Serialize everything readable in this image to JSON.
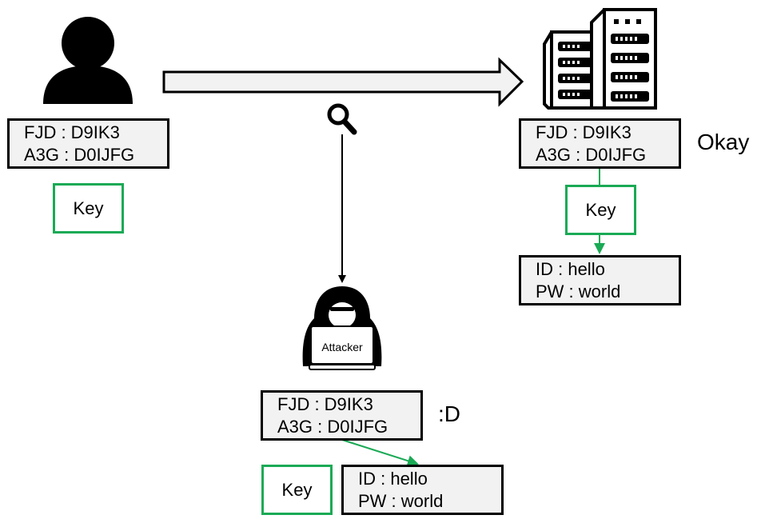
{
  "user_credentials": {
    "line1": "FJD : D9IK3",
    "line2": "A3G : D0IJFG"
  },
  "user_key": "Key",
  "server_credentials": {
    "line1": "FJD : D9IK3",
    "line2": "A3G : D0IJFG"
  },
  "server_status": "Okay",
  "server_key": "Key",
  "server_result": {
    "line1": "ID : hello",
    "line2": "PW : world"
  },
  "attacker_label": "Attacker",
  "attacker_credentials": {
    "line1": "FJD : D9IK3",
    "line2": "A3G : D0IJFG"
  },
  "attacker_reaction": ":D",
  "attacker_key": "Key",
  "attacker_result": {
    "line1": "ID : hello",
    "line2": "PW : world"
  },
  "colors": {
    "key_border": "#1aaa55",
    "box_fill": "#f2f2f2",
    "stroke": "#000000"
  },
  "icons": [
    "user-icon",
    "server-icon",
    "magnifier-icon",
    "hacker-icon"
  ]
}
